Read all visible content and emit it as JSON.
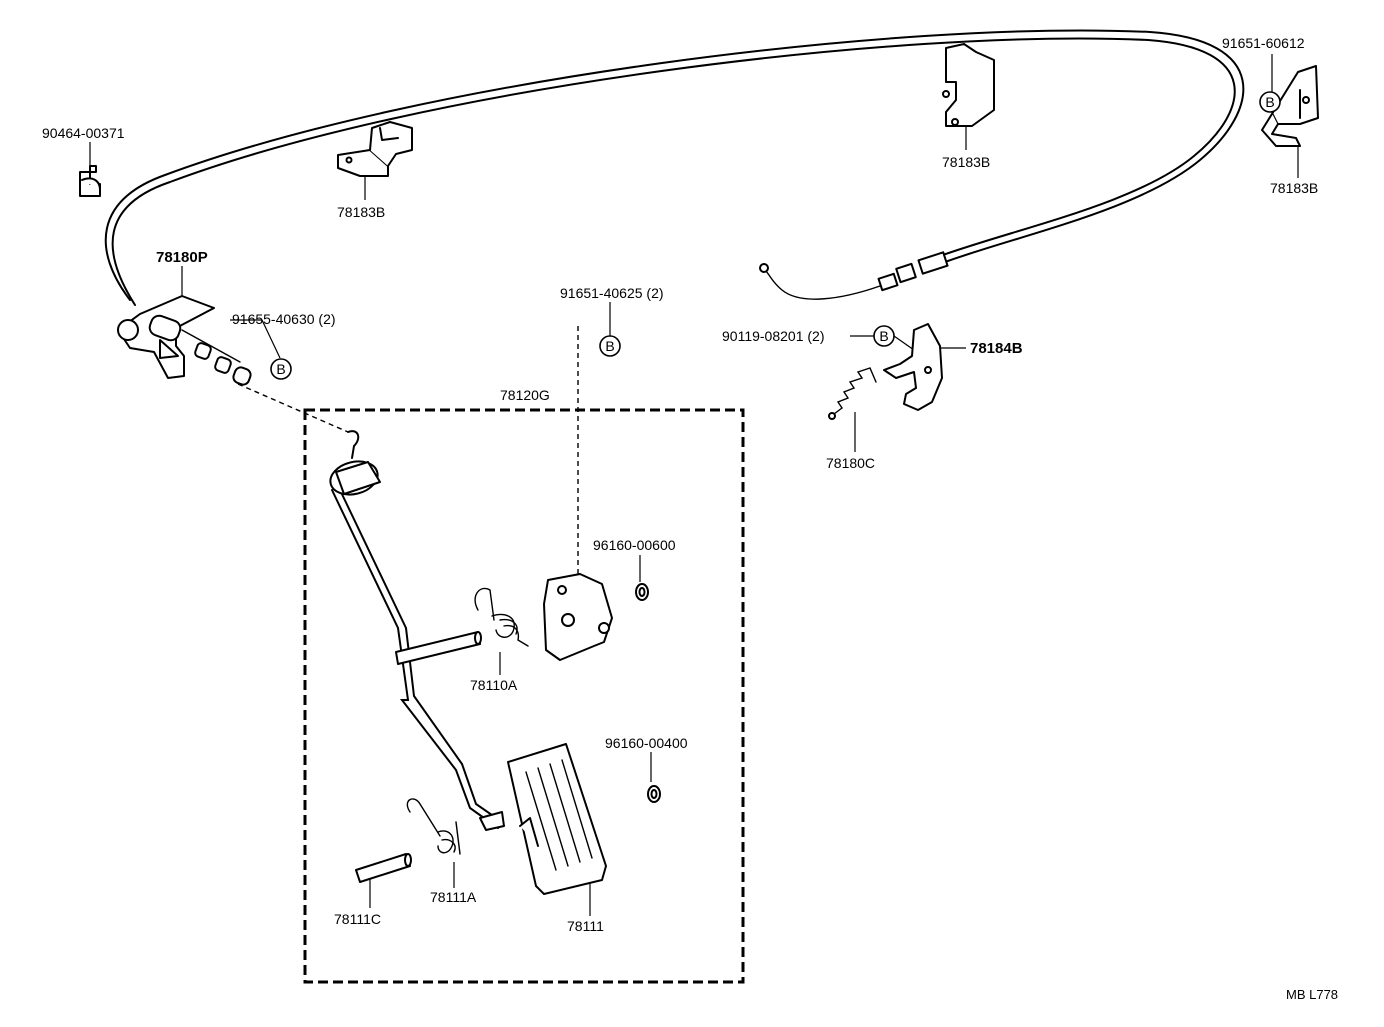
{
  "diagram_code": "MB L778",
  "labels": {
    "p_90464_00371": "90464-00371",
    "p_78183b_left": "78183B",
    "p_78183b_mid": "78183B",
    "p_91651_60612": "91651-60612",
    "p_78183b_right": "78183B",
    "p_78180p": "78180P",
    "p_91655_40630": "91655-40630 (2)",
    "p_91651_40625": "91651-40625 (2)",
    "p_90119_08201": "90119-08201 (2)",
    "p_78184b": "78184B",
    "p_78180c": "78180C",
    "p_78120g": "78120G",
    "p_96160_00600": "96160-00600",
    "p_78110a": "78110A",
    "p_96160_00400": "96160-00400",
    "p_78111a": "78111A",
    "p_78111c": "78111C",
    "p_78111": "78111"
  },
  "bolt_symbol": "B"
}
